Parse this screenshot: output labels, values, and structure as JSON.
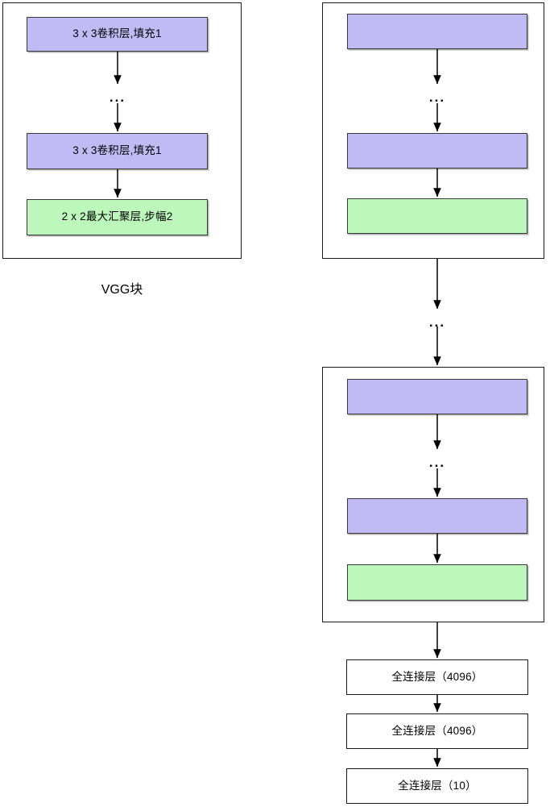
{
  "diagram": {
    "title_label": "VGG块",
    "ellipsis_glyph": "...",
    "colors": {
      "conv_fill": "#c1bbf5",
      "pool_fill": "#bcf7bc",
      "fc_fill": "#ffffff",
      "stroke": "#1a1a1a",
      "background": "#ffffff"
    },
    "vgg_block_detail": {
      "name": "VGG块",
      "boxes": [
        {
          "id": "conv-top",
          "label": "3 x 3卷积层,填充1",
          "kind": "conv"
        },
        {
          "id": "gap",
          "label": "...",
          "kind": "ellipsis"
        },
        {
          "id": "conv-bot",
          "label": "3 x 3卷积层,填充1",
          "kind": "conv"
        },
        {
          "id": "pool",
          "label": "2 x 2最大汇聚层,步幅2",
          "kind": "pool"
        }
      ]
    },
    "network_stack": {
      "block_1": {
        "boxes": [
          {
            "id": "conv-top",
            "label": "",
            "kind": "conv"
          },
          {
            "id": "gap",
            "label": "...",
            "kind": "ellipsis"
          },
          {
            "id": "conv-bot",
            "label": "",
            "kind": "conv"
          },
          {
            "id": "pool",
            "label": "",
            "kind": "pool"
          }
        ]
      },
      "between_blocks_ellipsis": "...",
      "block_n": {
        "boxes": [
          {
            "id": "conv-top",
            "label": "",
            "kind": "conv"
          },
          {
            "id": "gap",
            "label": "...",
            "kind": "ellipsis"
          },
          {
            "id": "conv-bot",
            "label": "",
            "kind": "conv"
          },
          {
            "id": "pool",
            "label": "",
            "kind": "pool"
          }
        ]
      },
      "dense_layers": [
        {
          "id": "fc1",
          "label": "全连接层（4096）"
        },
        {
          "id": "fc2",
          "label": "全连接层（4096）"
        },
        {
          "id": "fc3",
          "label": "全连接层（10）"
        }
      ]
    }
  }
}
